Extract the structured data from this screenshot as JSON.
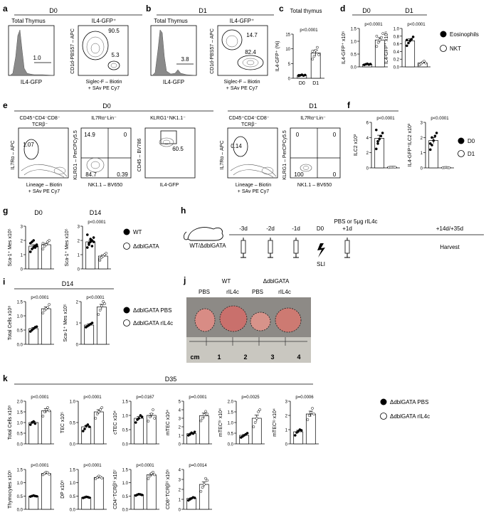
{
  "panels": {
    "a": {
      "letter": "a",
      "day": "D0",
      "left_title": "Total Thymus",
      "right_title": "IL4-GFP⁺",
      "xlabel_left": "IL4-GFP",
      "ylabel_right": "CD1d-PBS57 – APC",
      "xlabel_right_1": "Siglec-F – Biotin",
      "xlabel_right_2": "+ SAv PE Cy7",
      "gate_left": "1.0",
      "gate_top": "90.5",
      "gate_bottom": "5.3"
    },
    "b": {
      "letter": "b",
      "day": "D1",
      "left_title": "Total Thymus",
      "right_title": "IL4-GFP⁺",
      "xlabel_left": "IL4-GFP",
      "ylabel_right": "CD1d-PBS57 – APC",
      "xlabel_right_1": "Siglec-F – Biotin",
      "xlabel_right_2": "+ SAv PE Cy7",
      "gate_left": "3.8",
      "gate_top": "14.7",
      "gate_bottom": "82.4"
    },
    "c": {
      "letter": "c",
      "title": "Total thymus",
      "ylabel": "IL4-GFP⁺ (%)",
      "pval": "p<0.0001",
      "ticks": [
        "0",
        "5",
        "10",
        "15"
      ],
      "cats": [
        "D0",
        "D1"
      ]
    },
    "d": {
      "letter": "d",
      "sub1": "D0",
      "sub2": "D1",
      "ylabel1": "IL4-GFP⁺ x10⁶",
      "ylabel2": "IL4-GFP⁺ x10⁶",
      "pval1": "p<0.0001",
      "pval2": "p<0.0001",
      "ticks1": [
        "0.0",
        "0.5",
        "1.0",
        "1.5"
      ],
      "ticks2": [
        "0.0",
        "0.2",
        "0.4",
        "0.6",
        "0.8",
        "1.0"
      ],
      "legend": [
        "Eosinophils",
        "NKT"
      ]
    },
    "e": {
      "letter": "e",
      "d0": "D0",
      "d1": "D1",
      "p1_title_1": "CD45⁺CD4⁻CD8⁻",
      "p1_title_2": "TCRβ⁻",
      "p1_ylabel": "IL7Rα – APC",
      "p1_xlabel_1": "Lineage – Biotin",
      "p1_xlabel_2": "+ SAv PE Cy7",
      "p1_gate": "1.07",
      "p2_title": "IL7Rα⁺Lin⁻",
      "p2_ylabel": "KLRG1 – PerCPCy5.5",
      "p2_xlabel": "NK1.1 – BV650",
      "p2_q": [
        "14.9",
        "0",
        "84.7",
        "0.39"
      ],
      "p3_title": "KLRG1⁺NK1.1⁻",
      "p3_ylabel": "CD45 – BV786",
      "p3_xlabel": "IL4-GFP",
      "p3_gate": "60.5",
      "p4_title_1": "CD45⁺CD4⁻CD8⁻",
      "p4_title_2": "TCRβ⁻",
      "p4_ylabel": "IL7Rα – APC",
      "p4_xlabel_1": "Lineage – Biotin",
      "p4_xlabel_2": "+ SAv PE Cy7",
      "p4_gate": "0.14",
      "p5_title": "IL7Rα⁺Lin⁻",
      "p5_ylabel": "KLRG1 – PerCPCy5.5",
      "p5_xlabel": "NK1.1 – BV650",
      "p5_q": [
        "0",
        "0",
        "100",
        "0"
      ]
    },
    "f": {
      "letter": "f",
      "pval1": "p<0.0001",
      "pval2": "p<0.0001",
      "ylabel1": "ILC2 x10³",
      "ylabel2": "IL4-GFP⁺ILC2 x10³",
      "ticks1": [
        "0",
        "2",
        "4",
        "6"
      ],
      "ticks2": [
        "0",
        "1",
        "2",
        "3"
      ],
      "legend": [
        "D0",
        "D1"
      ]
    },
    "g": {
      "letter": "g",
      "sub1": "D0",
      "sub2": "D14",
      "pval2": "p<0.0001",
      "ylabel": "Sca-1⁺ Mes x10⁵",
      "ticks": [
        "0",
        "1",
        "2",
        "3"
      ],
      "legend": [
        "WT",
        "ΔdblGATA"
      ]
    },
    "h": {
      "letter": "h",
      "mouse_label": "WT/ΔdblGATA",
      "treatment": "PBS or 5μg rIL4c",
      "days": [
        "-3d",
        "-2d",
        "-1d",
        "D0",
        "+1d",
        "+14d/+35d"
      ],
      "sli": "SLI",
      "harvest": "Harvest"
    },
    "i": {
      "letter": "i",
      "sub": "D14",
      "pval1": "p<0.0001",
      "pval2": "p<0.0001",
      "ylabel1": "Total Cells x10⁸",
      "ylabel2": "Sca-1⁺ Mes x10⁵",
      "ticks1": [
        "0.0",
        "0.5",
        "1.0",
        "1.5"
      ],
      "ticks2": [
        "0",
        "1",
        "2"
      ],
      "legend": [
        "ΔdblGATA PBS",
        "ΔdblGATA rIL4c"
      ]
    },
    "j": {
      "letter": "j",
      "wt": "WT",
      "ko": "ΔdblGATA",
      "labels": [
        "PBS",
        "rIL4c",
        "PBS",
        "rIL4c"
      ],
      "ruler": [
        "cm",
        "1",
        "2",
        "3",
        "4"
      ]
    },
    "k": {
      "letter": "k",
      "sub": "D35",
      "legend": [
        "ΔdblGATA PBS",
        "ΔdblGATA rIL4c"
      ]
    }
  },
  "chart_data": [
    {
      "panel": "c",
      "type": "bar",
      "categories": [
        "D0",
        "D1"
      ],
      "values": [
        1.0,
        8.6
      ],
      "errors": [
        0.2,
        1.0
      ],
      "ylim": [
        0,
        15
      ],
      "ylabel": "IL4-GFP⁺ (%)",
      "title": "Total thymus",
      "points": [
        [
          0.8,
          1.0,
          1.2,
          0.9,
          1.1,
          1.0
        ],
        [
          6.5,
          7.5,
          9.5,
          10.5,
          8.0,
          9.2
        ]
      ]
    },
    {
      "panel": "d1",
      "type": "bar",
      "categories": [
        "Eosinophils",
        "NKT"
      ],
      "values": [
        0.1,
        1.05
      ],
      "errors": [
        0.02,
        0.09
      ],
      "ylim": [
        0,
        1.5
      ],
      "ylabel": "IL4-GFP⁺ x10⁶",
      "points": [
        [
          0.08,
          0.1,
          0.12,
          0.09,
          0.11
        ],
        [
          0.8,
          0.95,
          1.05,
          1.15,
          1.3,
          1.2
        ]
      ]
    },
    {
      "panel": "d2",
      "type": "bar",
      "categories": [
        "Eosinophils",
        "NKT"
      ],
      "values": [
        0.68,
        0.1
      ],
      "errors": [
        0.05,
        0.02
      ],
      "ylim": [
        0,
        1.0
      ],
      "ylabel": "IL4-GFP⁺ x10⁶",
      "points": [
        [
          0.55,
          0.62,
          0.68,
          0.72,
          0.78,
          0.7
        ],
        [
          0.05,
          0.08,
          0.12,
          0.15,
          0.1
        ]
      ]
    },
    {
      "panel": "f1",
      "type": "bar",
      "categories": [
        "D0",
        "D1"
      ],
      "values": [
        3.9,
        0.1
      ],
      "errors": [
        0.4,
        0.03
      ],
      "ylim": [
        0,
        6
      ],
      "ylabel": "ILC2 x10³",
      "points": [
        [
          2.5,
          3.2,
          3.8,
          4.2,
          4.6,
          5.0,
          3.5
        ],
        [
          0.05,
          0.1,
          0.1,
          0.12,
          0.08
        ]
      ]
    },
    {
      "panel": "f2",
      "type": "bar",
      "categories": [
        "D0",
        "D1"
      ],
      "values": [
        1.8,
        0.02
      ],
      "errors": [
        0.2,
        0.01
      ],
      "ylim": [
        0,
        3
      ],
      "ylabel": "IL4-GFP⁺ILC2 x10³",
      "points": [
        [
          1.2,
          1.5,
          1.8,
          2.1,
          2.3,
          1.6,
          2.0
        ],
        [
          0.01,
          0.02,
          0.03,
          0.02,
          0.01
        ]
      ]
    },
    {
      "panel": "g1",
      "type": "bar",
      "categories": [
        "WT",
        "ΔdblGATA"
      ],
      "values": [
        1.6,
        1.7
      ],
      "errors": [
        0.1,
        0.1
      ],
      "ylim": [
        0,
        3
      ],
      "ylabel": "Sca-1⁺ Mes x10⁵",
      "points": [
        [
          1.2,
          1.4,
          1.5,
          1.6,
          1.7,
          1.8,
          1.9,
          2.0,
          1.5,
          1.6
        ],
        [
          1.4,
          1.6,
          1.7,
          1.9,
          2.0,
          1.8
        ]
      ]
    },
    {
      "panel": "g2",
      "type": "bar",
      "categories": [
        "WT",
        "ΔdblGATA"
      ],
      "values": [
        1.9,
        0.9
      ],
      "errors": [
        0.1,
        0.08
      ],
      "ylim": [
        0,
        3
      ],
      "ylabel": "Sca-1⁺ Mes x10⁵",
      "points": [
        [
          1.5,
          1.7,
          1.9,
          2.0,
          2.2,
          2.4,
          1.8,
          2.1,
          1.6,
          1.9
        ],
        [
          0.6,
          0.8,
          0.9,
          1.0,
          1.1,
          0.7
        ]
      ]
    },
    {
      "panel": "i1",
      "type": "bar",
      "categories": [
        "ΔdblGATA PBS",
        "ΔdblGATA rIL4c"
      ],
      "values": [
        0.55,
        1.25
      ],
      "errors": [
        0.04,
        0.06
      ],
      "ylim": [
        0,
        1.5
      ],
      "ylabel": "Total Cells x10⁸",
      "points": [
        [
          0.45,
          0.5,
          0.55,
          0.6,
          0.62
        ],
        [
          1.1,
          1.2,
          1.25,
          1.3,
          1.4
        ]
      ]
    },
    {
      "panel": "i2",
      "type": "bar",
      "categories": [
        "ΔdblGATA PBS",
        "ΔdblGATA rIL4c"
      ],
      "values": [
        0.9,
        1.75
      ],
      "errors": [
        0.06,
        0.12
      ],
      "ylim": [
        0,
        2
      ],
      "ylabel": "Sca-1⁺ Mes x10⁵",
      "points": [
        [
          0.8,
          0.85,
          0.9,
          0.95,
          1.0
        ],
        [
          1.4,
          1.6,
          1.8,
          2.0,
          1.9
        ]
      ]
    },
    {
      "panel": "k-totalcells",
      "type": "bar",
      "categories": [
        "PBS",
        "rIL4c"
      ],
      "values": [
        1.0,
        1.55
      ],
      "errors": [
        0.05,
        0.1
      ],
      "ylim": [
        0,
        2.0
      ],
      "ylabel": "Total Cells x10⁸",
      "pval": "p<0.0001",
      "ticks": [
        "0.0",
        "0.5",
        "1.0",
        "1.5",
        "2.0"
      ],
      "points": [
        [
          0.9,
          1.0,
          1.05,
          0.95
        ],
        [
          1.3,
          1.5,
          1.6,
          1.7,
          1.55
        ]
      ]
    },
    {
      "panel": "k-tec",
      "type": "bar",
      "categories": [
        "PBS",
        "rIL4c"
      ],
      "values": [
        0.4,
        0.75
      ],
      "errors": [
        0.03,
        0.05
      ],
      "ylim": [
        0,
        1.0
      ],
      "ylabel": "TEC x10⁵",
      "pval": "p<0.0001",
      "ticks": [
        "0.0",
        "0.5",
        "1.0"
      ],
      "points": [
        [
          0.3,
          0.35,
          0.42,
          0.45,
          0.4
        ],
        [
          0.6,
          0.7,
          0.75,
          0.8,
          0.85
        ]
      ]
    },
    {
      "panel": "k-ctec",
      "type": "bar",
      "categories": [
        "PBS",
        "rIL4c"
      ],
      "values": [
        0.9,
        1.0
      ],
      "errors": [
        0.06,
        0.07
      ],
      "ylim": [
        0,
        1.5
      ],
      "ylabel": "cTEC x10⁴",
      "pval": "p=0.0167",
      "ticks": [
        "0.0",
        "0.5",
        "1.0",
        "1.5"
      ],
      "points": [
        [
          0.75,
          0.85,
          0.9,
          1.0,
          0.95
        ],
        [
          0.8,
          0.95,
          1.05,
          1.2,
          0.9
        ]
      ]
    },
    {
      "panel": "k-mtec",
      "type": "bar",
      "categories": [
        "PBS",
        "rIL4c"
      ],
      "values": [
        1.2,
        3.3
      ],
      "errors": [
        0.1,
        0.3
      ],
      "ylim": [
        0,
        5
      ],
      "ylabel": "mTEC x10⁴",
      "pval": "p=0.0001",
      "ticks": [
        "0",
        "1",
        "2",
        "3",
        "4",
        "5"
      ],
      "points": [
        [
          1.0,
          1.1,
          1.3,
          1.2,
          1.4
        ],
        [
          2.7,
          3.0,
          3.4,
          3.8,
          3.5
        ]
      ]
    },
    {
      "panel": "k-mtechi",
      "type": "bar",
      "categories": [
        "PBS",
        "rIL4c"
      ],
      "values": [
        0.4,
        1.2
      ],
      "errors": [
        0.04,
        0.15
      ],
      "ylim": [
        0,
        2.0
      ],
      "ylabel": "mTECʰⁱ x10⁴",
      "pval": "p=0.0025",
      "ticks": [
        "0.0",
        "0.5",
        "1.0",
        "1.5",
        "2.0"
      ],
      "points": [
        [
          0.3,
          0.35,
          0.4,
          0.45,
          0.5
        ],
        [
          0.8,
          1.0,
          1.2,
          1.5,
          1.6
        ]
      ]
    },
    {
      "panel": "k-mteclo",
      "type": "bar",
      "categories": [
        "PBS",
        "rIL4c"
      ],
      "values": [
        0.85,
        2.1
      ],
      "errors": [
        0.1,
        0.2
      ],
      "ylim": [
        0,
        3
      ],
      "ylabel": "mTECˡᵒ x10⁴",
      "pval": "p=0.0006",
      "ticks": [
        "0",
        "1",
        "2",
        "3"
      ],
      "points": [
        [
          0.6,
          0.8,
          0.9,
          1.0,
          0.95
        ],
        [
          1.7,
          2.0,
          2.2,
          2.5,
          2.1
        ]
      ]
    },
    {
      "panel": "k-thymocytes",
      "type": "bar",
      "categories": [
        "PBS",
        "rIL4c"
      ],
      "values": [
        0.5,
        1.35
      ],
      "errors": [
        0.02,
        0.04
      ],
      "ylim": [
        0,
        1.5
      ],
      "ylabel": "Thymocytes x10⁸",
      "pval": "p<0.0001",
      "ticks": [
        "0.0",
        "0.5",
        "1.0",
        "1.5"
      ],
      "points": [
        [
          0.48,
          0.5,
          0.52,
          0.5,
          0.49
        ],
        [
          1.3,
          1.35,
          1.4,
          1.38,
          1.32
        ]
      ]
    },
    {
      "panel": "k-dp",
      "type": "bar",
      "categories": [
        "PBS",
        "rIL4c"
      ],
      "values": [
        0.45,
        1.2
      ],
      "errors": [
        0.02,
        0.04
      ],
      "ylim": [
        0,
        1.5
      ],
      "ylabel": "DP x10⁸",
      "pval": "p<0.0001",
      "ticks": [
        "0.0",
        "0.5",
        "1.0",
        "1.5"
      ],
      "points": [
        [
          0.43,
          0.45,
          0.47,
          0.46,
          0.44
        ],
        [
          1.15,
          1.2,
          1.25,
          1.22,
          1.18
        ]
      ]
    },
    {
      "panel": "k-cd4",
      "type": "bar",
      "categories": [
        "PBS",
        "rIL4c"
      ],
      "values": [
        0.55,
        1.3
      ],
      "errors": [
        0.02,
        0.05
      ],
      "ylim": [
        0,
        1.5
      ],
      "ylabel": "CD4⁺TCRβʰⁱ x10⁷",
      "pval": "p<0.0001",
      "ticks": [
        "0.0",
        "0.5",
        "1.0",
        "1.5"
      ],
      "points": [
        [
          0.52,
          0.55,
          0.57,
          0.56,
          0.54
        ],
        [
          1.15,
          1.25,
          1.35,
          1.4,
          1.3
        ]
      ]
    },
    {
      "panel": "k-cd8",
      "type": "bar",
      "categories": [
        "PBS",
        "rIL4c"
      ],
      "values": [
        1.1,
        2.5
      ],
      "errors": [
        0.06,
        0.25
      ],
      "ylim": [
        0,
        4
      ],
      "ylabel": "CD8⁺TCRβʰⁱ x10⁶",
      "pval": "p=0.0014",
      "ticks": [
        "0",
        "1",
        "2",
        "3",
        "4"
      ],
      "points": [
        [
          0.9,
          1.0,
          1.1,
          1.2,
          1.15
        ],
        [
          1.8,
          2.2,
          2.5,
          3.1,
          2.9
        ]
      ]
    }
  ]
}
